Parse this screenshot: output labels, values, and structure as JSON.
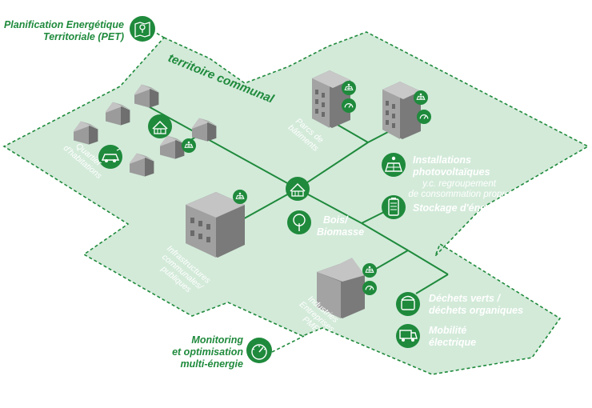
{
  "labels": {
    "pet_line1": "Planification Energétique",
    "pet_line2": "Territoriale (PET)",
    "territoire": "territoire communal",
    "quartier_line1": "Quartier",
    "quartier_line2": "d'habitations",
    "parcs_line1": "Parcs de",
    "parcs_line2": "bâtiments",
    "infra_line1": "Infrastructures",
    "infra_line2": "communales/",
    "infra_line3": "publiques",
    "industries_line1": "Industries",
    "industries_line2": "Entreprises",
    "industries_line3": "PME",
    "pv_line1": "Installations",
    "pv_line2": "photovoltaïques",
    "pv_line3": "y.c. regroupement",
    "pv_line4": "de consommation propre",
    "stockage": "Stockage d'énergie",
    "bois_line1": "Bois/",
    "bois_line2": "Biomasse",
    "dechets_line1": "Déchets verts /",
    "dechets_line2": "déchets organiques",
    "mobilite_line1": "Mobilité",
    "mobilite_line2": "électrique",
    "monitoring_line1": "Monitoring",
    "monitoring_line2": "et optimisation",
    "monitoring_line3": "multi-énergie"
  },
  "colors": {
    "territory_fill": "#cfe8d6",
    "territory_border": "#1f8a3c",
    "accent": "#1f8a3c",
    "building": "#8c8c8c"
  },
  "icons": {
    "pet": "map-pin-icon",
    "heat_network": "house-heat-icon",
    "solar": "solar-panel-icon",
    "gauge": "gauge-icon",
    "battery": "battery-icon",
    "tree": "tree-icon",
    "bin": "compost-bin-icon",
    "car": "electric-car-icon",
    "monitoring": "gauge-icon"
  }
}
